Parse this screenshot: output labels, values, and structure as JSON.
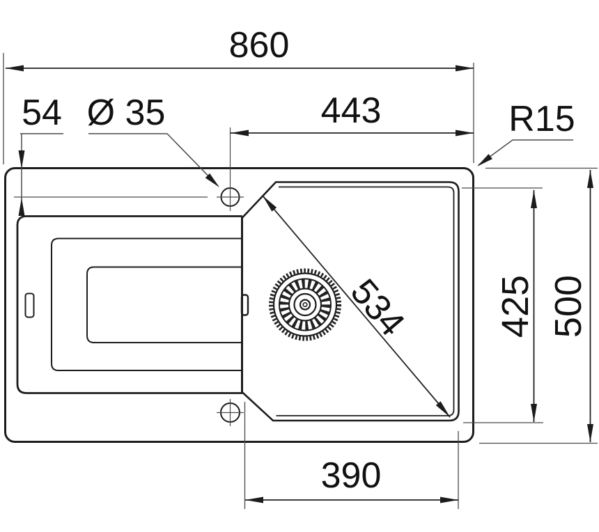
{
  "drawing": {
    "kind": "kitchen-sink-top-view-technical-drawing",
    "background_color": "#ffffff",
    "line_color": "#1c1c1c",
    "dims": {
      "overall_width": "860",
      "tap_center_to_right_edge": "443",
      "top_edge_to_tap_center": "54",
      "tap_hole_diameter": "Ø 35",
      "corner_radius": "R15",
      "bowl_diagonal": "534",
      "bowl_inner_height": "425",
      "overall_height": "500",
      "bowl_bottom_width": "390"
    }
  }
}
